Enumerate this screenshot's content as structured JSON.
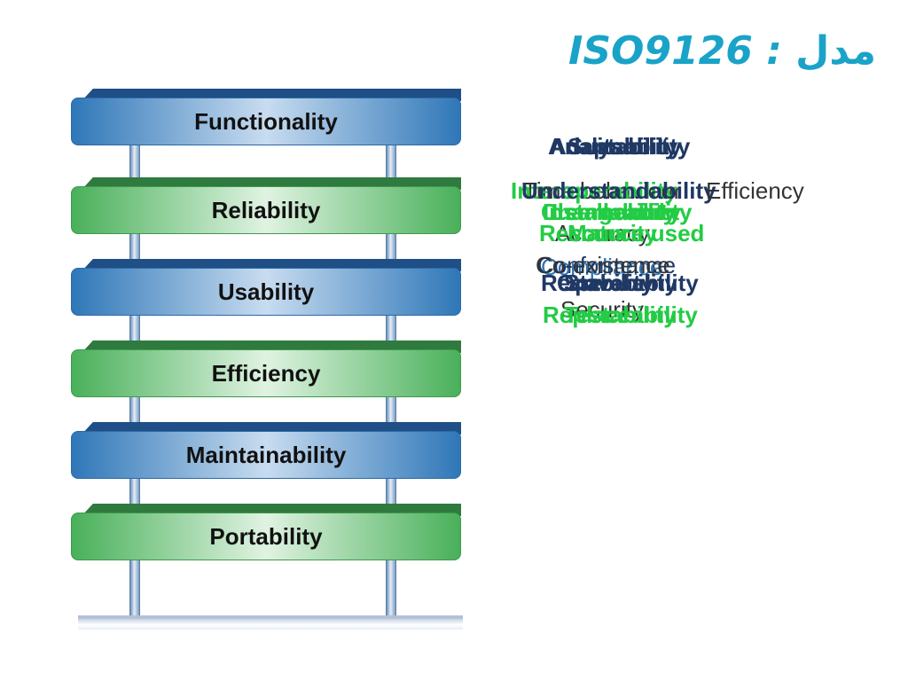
{
  "title": {
    "arabic": "مدل",
    "latin": "ISO9126 :"
  },
  "stack": {
    "layers": [
      {
        "label": "Functionality",
        "color": "blue"
      },
      {
        "label": "Reliability",
        "color": "green"
      },
      {
        "label": "Usability",
        "color": "blue"
      },
      {
        "label": "Efficiency",
        "color": "green"
      },
      {
        "label": "Maintainability",
        "color": "blue"
      },
      {
        "label": "Portability",
        "color": "green"
      }
    ]
  },
  "overlay": {
    "row1": [
      "Adaptability",
      "Analysability",
      "Suitability"
    ],
    "row2": [
      "Understandability",
      "Time behaviour",
      "Interoperability",
      "Efficiency"
    ],
    "row3": [
      "Changeability",
      "Learnability",
      "Installability"
    ],
    "row4": [
      "Resource used",
      "Accuracy",
      "Maturity"
    ],
    "row5": [
      "Conformance",
      "Compliance",
      "Co-existence"
    ],
    "row6": [
      "Recoverability",
      "Stability",
      "Operability"
    ],
    "row7": [
      "Replaceability",
      "Testability",
      "Security"
    ]
  },
  "colors": {
    "title": "#1aa3c8",
    "blue_layer": "#2f77b8",
    "green_layer": "#49b05a",
    "navy_text": "#1f3864",
    "green_text": "#22cc44"
  }
}
